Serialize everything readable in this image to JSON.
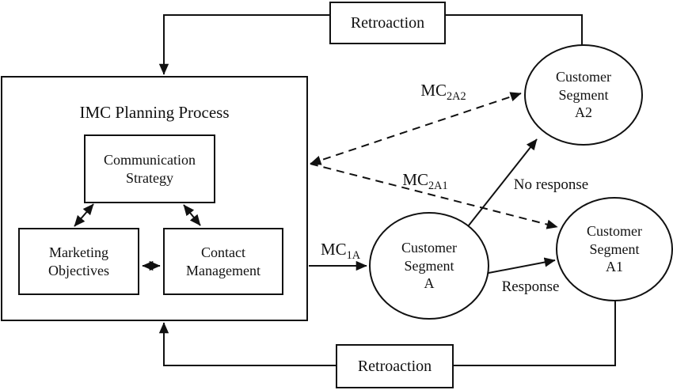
{
  "canvas": {
    "background": "#ffffff",
    "line_color": "#111111"
  },
  "process_box": {
    "title": "IMC Planning Process",
    "children": {
      "communication_strategy": "Communication Strategy",
      "marketing_objectives": "Marketing Objectives",
      "contact_management": "Contact Management"
    }
  },
  "feedback": {
    "top": "Retroaction",
    "bottom": "Retroaction"
  },
  "segments": {
    "a": "Customer\nSegment\nA",
    "a1": "Customer\nSegment\nA1",
    "a2": "Customer\nSegment\nA2"
  },
  "edge_labels": {
    "mc_1a": {
      "base": "MC",
      "sub": "1A"
    },
    "mc_2a1": {
      "base": "MC",
      "sub": "2A1"
    },
    "mc_2a2": {
      "base": "MC",
      "sub": "2A2"
    },
    "response": "Response",
    "no_response": "No response"
  }
}
